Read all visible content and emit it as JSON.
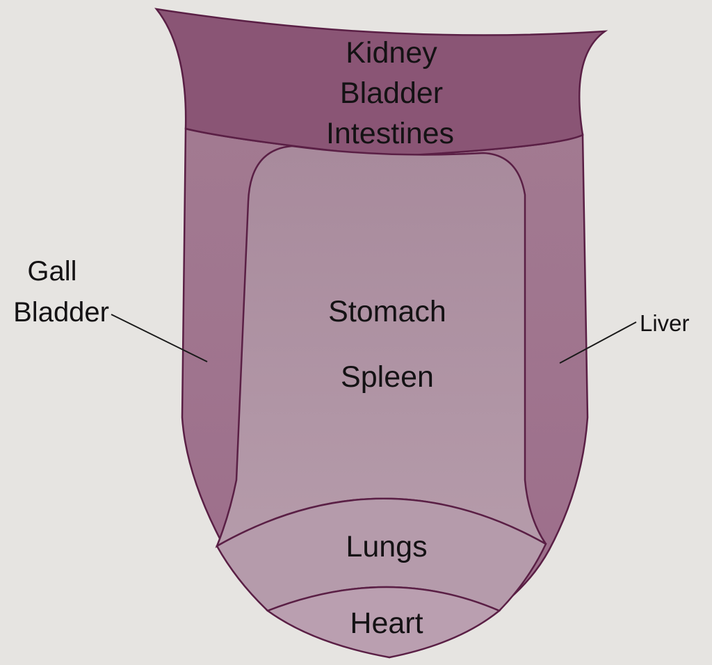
{
  "diagram": {
    "colors": {
      "page": "#e6e4e1",
      "root": "#8a5575",
      "body_top": "#a27a91",
      "body_bottom": "#9c6d8a",
      "center": "#b094a6",
      "lungs": "#b59bab",
      "heart": "#ba9fb0",
      "outline": "#5a1f45",
      "text": "#141214"
    },
    "regions": {
      "root": [
        "Kidney",
        "Bladder",
        "Intestines"
      ],
      "center": [
        "Stomach",
        "Spleen"
      ],
      "lungs": "Lungs",
      "heart": "Heart"
    },
    "callouts": {
      "left": [
        "Gall",
        "Bladder"
      ],
      "right": "Liver"
    }
  }
}
